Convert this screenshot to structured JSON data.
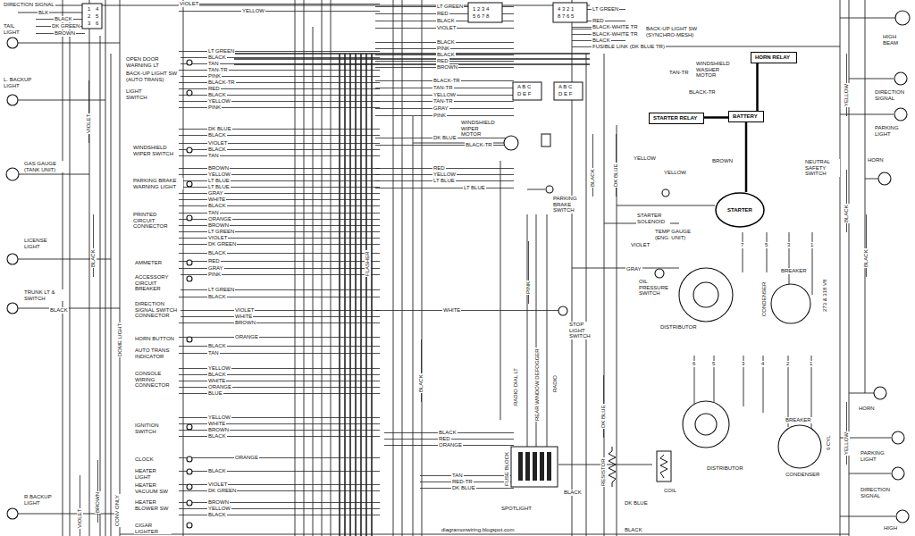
{
  "diagram": {
    "nodes": [
      {
        "text": [
          "HORN RELAY"
        ]
      },
      {
        "text": [
          "STARTER RELAY"
        ]
      },
      {
        "text": [
          "BATTERY"
        ]
      },
      {
        "text": [
          "STARTER"
        ]
      }
    ],
    "edges": [
      {
        "from": 0,
        "to": 2,
        "arrow": "none"
      },
      {
        "from": 2,
        "to": 1,
        "arrow": "none"
      },
      {
        "from": 2,
        "to": 3,
        "arrow": "none"
      }
    ],
    "labels": [
      "DIRECTION SIGNAL",
      "BLK",
      "BLACK",
      "DK GREEN",
      "BROWN",
      "1",
      "4",
      "2",
      "5",
      "3",
      "6",
      "TAIL LIGHT",
      "L. BACKUP LIGHT",
      "VIOLET",
      "GAS GAUGE (TANK UNIT)",
      "BLACK",
      "LICENSE LIGHT",
      "TRUNK LT & SWITCH",
      "BLACK",
      "DOME LIGHT",
      "R BACKUP LIGHT",
      "VIOLET",
      "BROWN",
      "CONV ONLY",
      "OPEN DOOR WARNING LT",
      "BACK-UP LIGHT SW (AUTO TRANS)",
      "LIGHT SWITCH",
      "WINDSHIELD WIPER SWITCH",
      "PARKING BRAKE WARNING LIGHT",
      "PRINTED CIRCUIT CONNECTOR",
      "AMMETER",
      "ACCESSORY CIRCUIT BREAKER",
      "DIRECTION SIGNAL SWITCH CONNECTOR",
      "HORN BUTTON",
      "AUTO TRANS INDICATOR",
      "CONSOLE WIRING CONNECTOR",
      "IGNITION SWITCH",
      "CLOCK",
      "HEATER LIGHT",
      "HEATER VACUUM SW",
      "HEATER BLOWER SW",
      "CIGAR LIGHTER",
      "VIOLET",
      "YELLOW",
      "LT GREEN",
      "BLACK",
      "TAN",
      "TAN-TR",
      "PINK",
      "BLACK-TR",
      "RED",
      "BLACK",
      "YELLOW",
      "PINK",
      "DK BLUE",
      "BLACK",
      "VIOLET",
      "BLACK",
      "TAN",
      "BROWN",
      "YELLOW",
      "LT BLUE",
      "LT BLUE",
      "GRAY",
      "WHITE",
      "BLACK",
      "TAN",
      "ORANGE",
      "BROWN",
      "LT GREEN",
      "VIOLET",
      "DK GREEN",
      "BLACK",
      "RED",
      "GRAY",
      "PINK",
      "LT GREEN",
      "BLACK",
      "VIOLET",
      "WHITE",
      "BROWN",
      "ORANGE",
      "BLACK",
      "TAN",
      "YELLOW",
      "BLACK",
      "WHITE",
      "ORANGE",
      "BLUE",
      "YELLOW",
      "WHITE",
      "BROWN",
      "BLACK",
      "ORANGE",
      "BLACK",
      "VIOLET",
      "DK GREEN",
      "BROWN",
      "YELLOW",
      "BLACK",
      "LT GREEN",
      "RED",
      "BLACK",
      "VIOLET",
      "BLACK",
      "PINK",
      "BLACK",
      "RED",
      "BROWN",
      "BLACK-TR",
      "TAN-TR",
      "YELLOW",
      "TAN-TR",
      "GRAY",
      "PINK",
      "DK BLUE",
      "BLACK-TR",
      "RED",
      "YELLOW",
      "LT BLUE",
      "LT BLUE",
      "1 2 3 4",
      "5 6 7 8",
      "A B C",
      "D E F",
      "A B C",
      "D E F",
      "WINDSHIELD WIPER MOTOR",
      "PARKING BRAKE SWITCH",
      "FLASHER",
      "WHITE",
      "STOP LIGHT SWITCH",
      "PINK",
      "BLACK",
      "RADIO DIAL LT",
      "REAR WINDOW DEFOGGER",
      "RADIO",
      "FUSE BLOCK",
      "BLACK",
      "RED",
      "ORANGE",
      "TAN",
      "RED-TR",
      "DK BLUE",
      "BLACK",
      "SPOTLIGHT",
      "diagramonwiring.blogspot.com",
      "4 3 2 1",
      "8 7 6 5",
      "LT GREEN",
      "RED",
      "BLACK-WHITE TR",
      "BACK-UP LIGHT SW (SYNCHRO-MESH)",
      "BLACK-WHITE TR",
      "BLACK",
      "FUSIBLE LINK (DK BLUE TR)",
      "TAN-TR",
      "WINDSHIELD WASHER MOTOR",
      "BLACK-TR",
      "YELLOW",
      "BROWN",
      "NEUTRAL SAFETY SWITCH",
      "YELLOW",
      "STARTER SOLENOID",
      "TEMP GAUGE (ENG. UNIT)",
      "VIOLET",
      "GRAY",
      "OIL PRESSURE SWITCH",
      "7",
      "5",
      "3",
      "1",
      "BREAKER",
      "CONDENSER",
      "273 & 318 V8",
      "DISTRIBUTOR",
      "6",
      "5",
      "3",
      "4",
      "2",
      "1",
      "BREAKER",
      "6 CYL",
      "DISTRIBUTOR",
      "CONDENSER",
      "RESISTOR",
      "COIL",
      "DK BLUE",
      "DK BLUE",
      "BLACK",
      "HIGH BEAM",
      "DIRECTION SIGNAL",
      "PARKING LIGHT",
      "HORN",
      "HORN",
      "PARKING LIGHT",
      "DIRECTION SIGNAL",
      "HIGH",
      "YELLOW",
      "BLACK",
      "YELLOW",
      "BLACK",
      "BLACK",
      "DK BLUE"
    ]
  }
}
